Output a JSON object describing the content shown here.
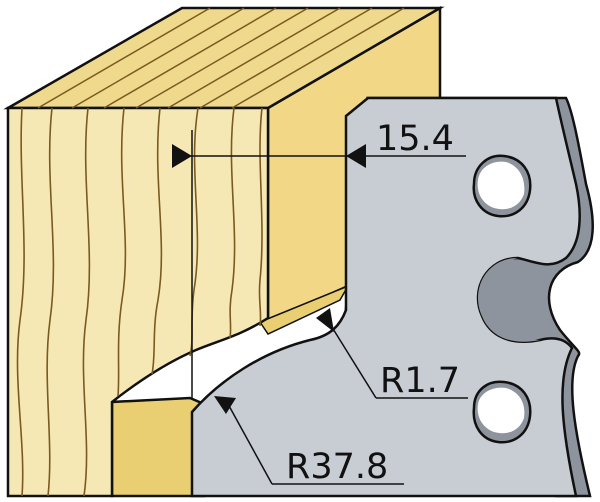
{
  "dimensions": {
    "width_label": "15.4",
    "small_radius_label": "R1.7",
    "large_radius_label": "R37.8"
  },
  "colors": {
    "wood_face": "#F6E8B4",
    "wood_top": "#EFD98C",
    "wood_side": "#F1D786",
    "wood_profile": "#E9CF72",
    "grain": "#7A5A1E",
    "cutter_face": "#C8CCD3",
    "cutter_edge": "#8E949D",
    "outline": "#111111"
  }
}
